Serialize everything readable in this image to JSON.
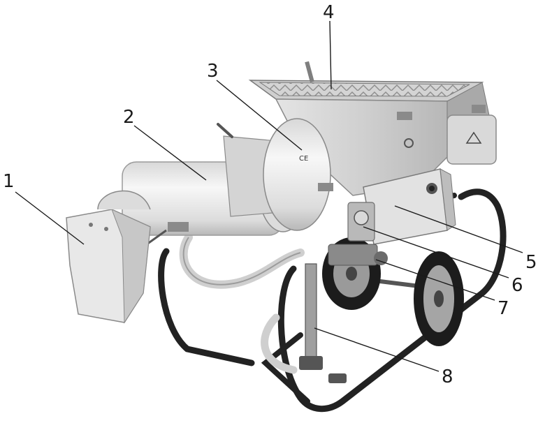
{
  "figure": {
    "subject": "mortar-pump-machine",
    "palette": {
      "background": "#ffffff",
      "metal_light": "#e6e6e6",
      "metal_mid": "#bdbdbd",
      "metal_dark": "#8a8a8a",
      "frame": "#222222",
      "tire": "#1c1c1c",
      "line": "#1a1a1a"
    }
  },
  "callouts": [
    {
      "id": "1",
      "label": "1"
    },
    {
      "id": "2",
      "label": "2"
    },
    {
      "id": "3",
      "label": "3"
    },
    {
      "id": "4",
      "label": "4"
    },
    {
      "id": "5",
      "label": "5"
    },
    {
      "id": "6",
      "label": "6"
    },
    {
      "id": "7",
      "label": "7"
    },
    {
      "id": "8",
      "label": "8"
    }
  ]
}
